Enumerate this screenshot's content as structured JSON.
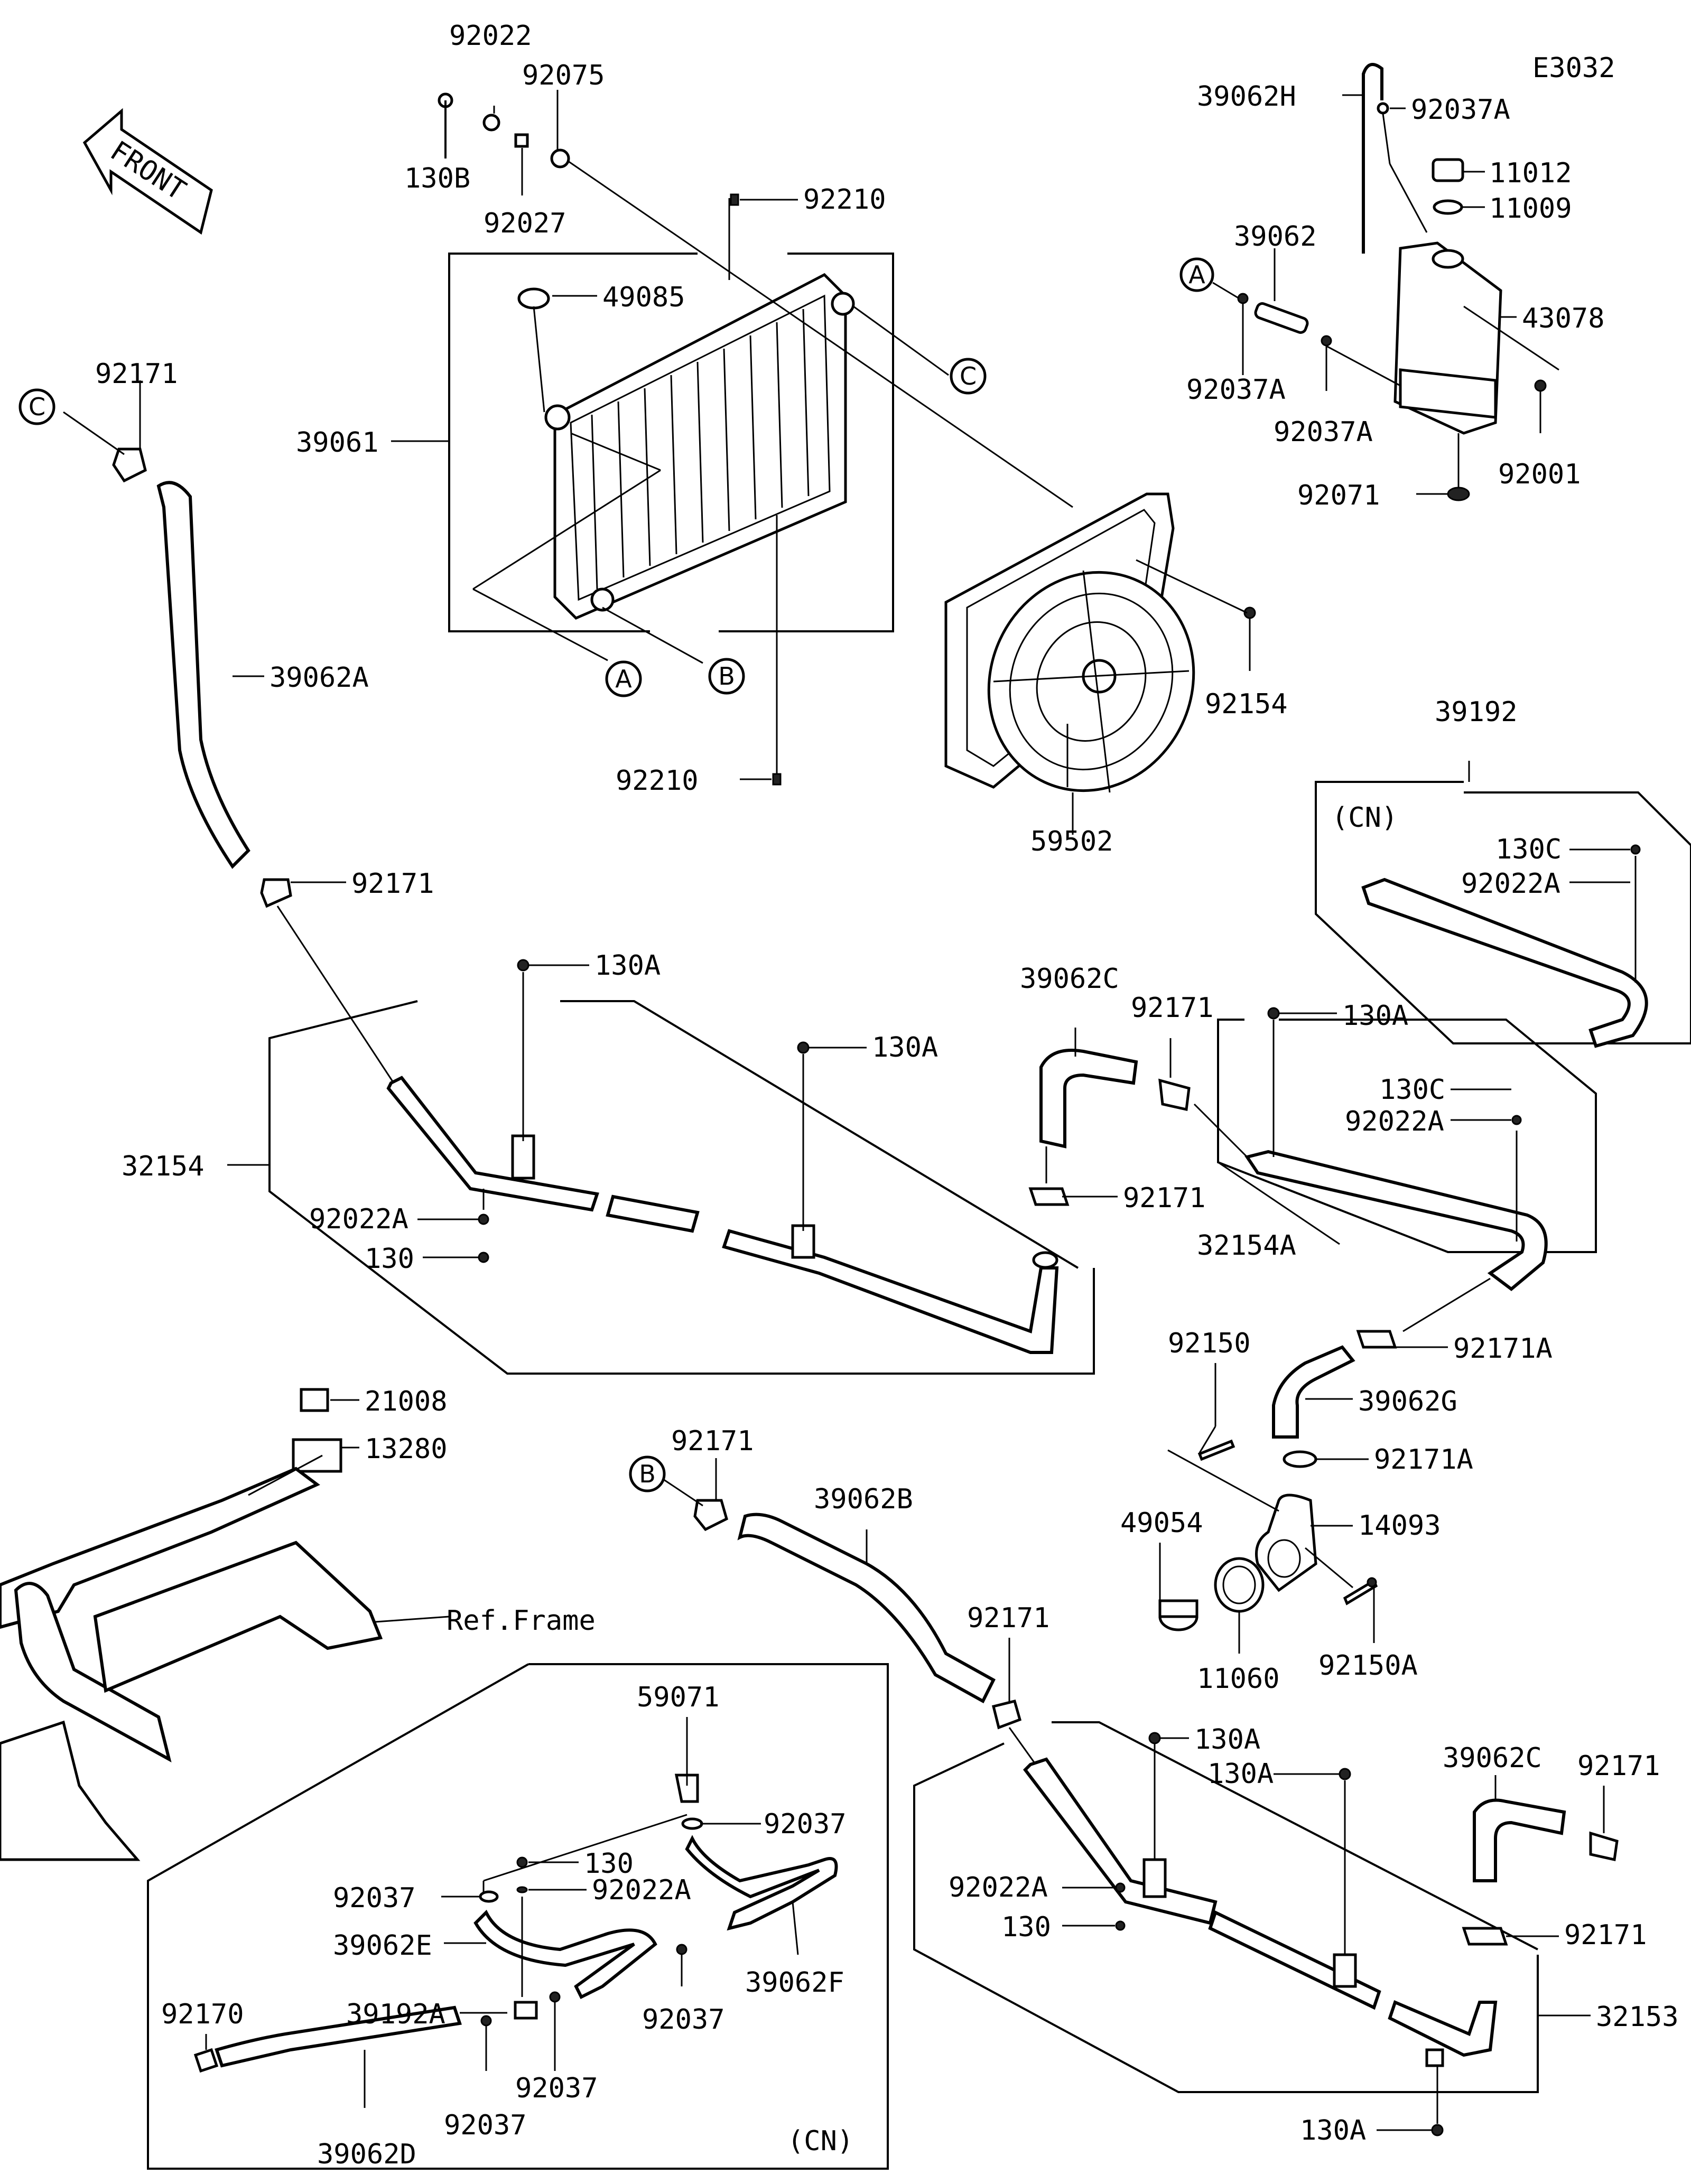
{
  "diagram_code": "E3032",
  "front_label": "FRONT",
  "ref_frame_label": "Ref.Frame",
  "cn_label": "(CN)",
  "refs": {
    "a": "A",
    "b": "B",
    "c": "C"
  },
  "parts": {
    "p92022_top": "92022",
    "p92075": "92075",
    "p130B": "130B",
    "p92027": "92027",
    "p92210_top": "92210",
    "p49085": "49085",
    "p39061": "39061",
    "p92210_bot": "92210",
    "p59502": "59502",
    "p92154": "92154",
    "p39062H": "39062H",
    "p92037A_top": "92037A",
    "p11012": "11012",
    "p11009": "11009",
    "p39062": "39062",
    "p43078": "43078",
    "p92037A_left": "92037A",
    "p92037A_mid": "92037A",
    "p92001": "92001",
    "p92071": "92071",
    "p92171_c": "92171",
    "p39062A": "39062A",
    "p92171_mid": "92171",
    "p39192": "39192",
    "p130C_cn": "130C",
    "p92022A_cn": "92022A",
    "p130A_1": "130A",
    "p130A_2": "130A",
    "p32154": "32154",
    "p92022A_1": "92022A",
    "p130_1": "130",
    "p39062C_1": "39062C",
    "p92171_r": "92171",
    "p130A_3": "130A",
    "p130C_r": "130C",
    "p92022A_r": "92022A",
    "p92171_r2": "92171",
    "p32154A": "32154A",
    "p92171A_1": "92171A",
    "p92150": "92150",
    "p39062G": "39062G",
    "p92171A_2": "92171A",
    "p49054": "49054",
    "p14093": "14093",
    "p11060": "11060",
    "p92150A": "92150A",
    "p21008": "21008",
    "p13280": "13280",
    "p92171_b": "92171",
    "p39062B": "39062B",
    "p92171_b2": "92171",
    "p130A_4": "130A",
    "p130A_5": "130A",
    "p92022A_b": "92022A",
    "p130_b": "130",
    "p39062C_2": "39062C",
    "p92171_br1": "92171",
    "p92171_br2": "92171",
    "p32153": "32153",
    "p130A_6": "130A",
    "p59071": "59071",
    "p92037_1": "92037",
    "p92037_2": "92037",
    "p130_cn": "130",
    "p92022A_cn2": "92022A",
    "p39062E": "39062E",
    "p39062F": "39062F",
    "p39192A": "39192A",
    "p92037_3": "92037",
    "p92037_4": "92037",
    "p92170": "92170",
    "p92037_5": "92037",
    "p39062D": "39062D"
  }
}
